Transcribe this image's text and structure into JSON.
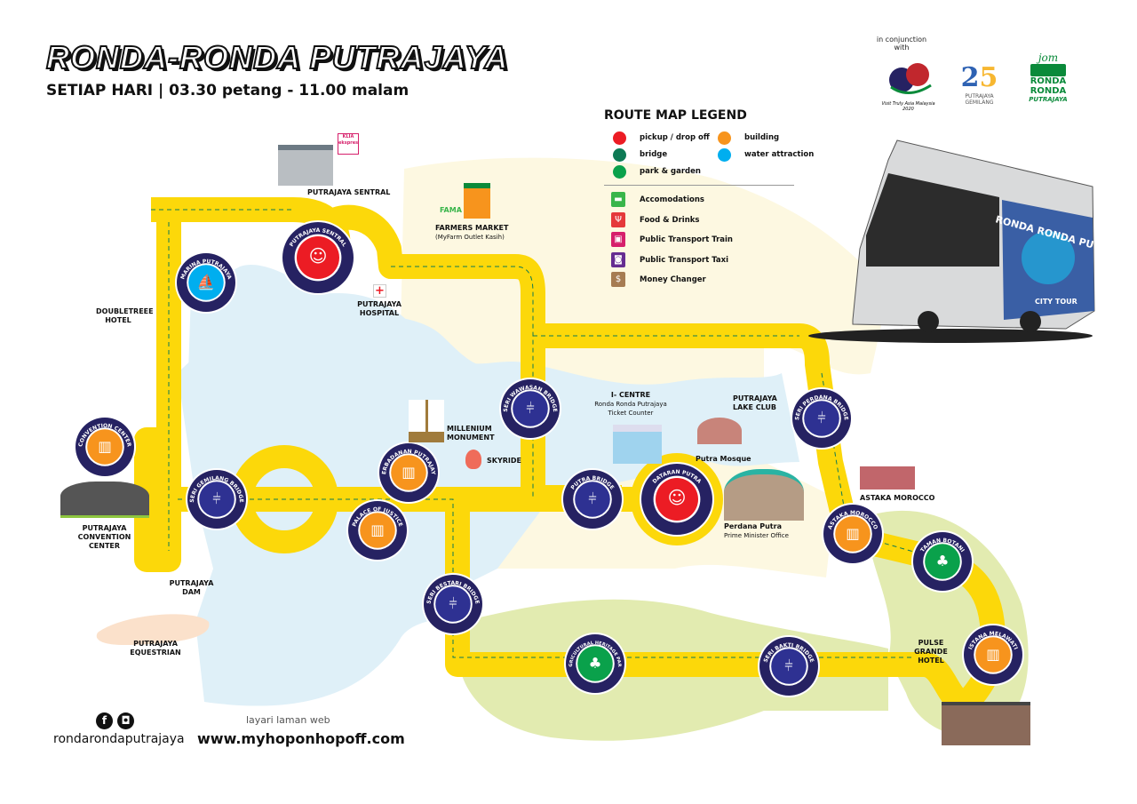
{
  "header": {
    "title": "RONDA-RONDA PUTRAJAYA",
    "subtitle": "SETIAP HARI  |  03.30 petang - 11.00 malam"
  },
  "partners": {
    "conjunction": "in conjunction with",
    "visit_malaysia": "Visit Truly Asia Malaysia 2020",
    "putrajaya_gemilang": "PUTRAJAYA GEMILANG",
    "jom": "jom",
    "ronda_logo": "RONDA RONDA",
    "ronda_logo_sub": "PUTRAJAYA"
  },
  "legend": {
    "title": "ROUTE MAP LEGEND",
    "categories": [
      {
        "label": "pickup / drop off",
        "color": "#ec1c24"
      },
      {
        "label": "bridge",
        "color": "#0e7a55"
      },
      {
        "label": "park & garden",
        "color": "#0aa14b"
      },
      {
        "label": "building",
        "color": "#f7941d"
      },
      {
        "label": "water attraction",
        "color": "#00aeef"
      }
    ],
    "facilities": [
      {
        "label": "Accomodations",
        "color": "#39b54a",
        "icon": "bed-icon"
      },
      {
        "label": "Food & Drinks",
        "color": "#e5393b",
        "icon": "fork-knife-icon"
      },
      {
        "label": "Public Transport Train",
        "color": "#d6206b",
        "icon": "train-icon"
      },
      {
        "label": "Public Transport Taxi",
        "color": "#662d91",
        "icon": "taxi-icon"
      },
      {
        "label": "Money Changer",
        "color": "#a67c52",
        "icon": "money-icon"
      }
    ]
  },
  "stops": [
    {
      "name": "PUTRAJAYA SENTRAL",
      "type": "pickup"
    },
    {
      "name": "MARINA PUTRAJAYA",
      "type": "water"
    },
    {
      "name": "CONVENTION CENTER",
      "type": "building"
    },
    {
      "name": "SERI GEMILANG BRIDGE",
      "type": "bridge"
    },
    {
      "name": "PERBADANAN PUTRAJAYA",
      "type": "building"
    },
    {
      "name": "PALACE OF JUSTICE",
      "type": "building"
    },
    {
      "name": "SERI WAWASAN BRIDGE",
      "type": "bridge"
    },
    {
      "name": "PUTRA BRIDGE",
      "type": "bridge"
    },
    {
      "name": "DATARAN PUTRA",
      "type": "pickup"
    },
    {
      "name": "SERI PERDANA BRIDGE",
      "type": "bridge"
    },
    {
      "name": "ASTAKA MOROCCO",
      "type": "building"
    },
    {
      "name": "TAMAN BOTANI",
      "type": "park"
    },
    {
      "name": "ISTANA MELAWATI",
      "type": "building"
    },
    {
      "name": "SERI BAKTI BRIDGE",
      "type": "bridge"
    },
    {
      "name": "AGRICULTURAL HERITAGE PARK",
      "type": "park"
    },
    {
      "name": "SERI BESTARI BRIDGE",
      "type": "bridge"
    }
  ],
  "landmarks": {
    "sentral": "PUTRAJAYA SENTRAL",
    "klia": "KLIA ekspres",
    "farmers_market": "FARMERS MARKET",
    "farmers_market_sub": "(MyFarm Outlet Kasih)",
    "fama": "FAMA",
    "hospital": "PUTRAJAYA HOSPITAL",
    "doubletree": "DOUBLETREEE HOTEL",
    "convention": "PUTRAJAYA CONVENTION CENTER",
    "dam": "PUTRAJAYA DAM",
    "equestrian": "PUTRAJAYA EQUESTRIAN",
    "millenium": "MILLENIUM MONUMENT",
    "skyride": "SKYRIDE",
    "icentre": "I- CENTRE",
    "icentre_sub": "Ronda Ronda Putrajaya Ticket Counter",
    "lake_club": "PUTRAJAYA LAKE CLUB",
    "mosque": "Putra Mosque",
    "perdana": "Perdana Putra",
    "perdana_sub": "Prime Minister Office",
    "astaka": "ASTAKA MOROCCO",
    "pulse": "PULSE GRANDE HOTEL",
    "bus_text": "RONDA RONDA PUTRAJAYA",
    "bus_city": "CITY TOUR"
  },
  "footer": {
    "facebook": "f",
    "instagram": "◘",
    "handle": "rondarondaputrajaya",
    "visit": "layari laman web",
    "url": "www.myhoponhopoff.com"
  },
  "colors": {
    "route": "#fcd80a",
    "arrow": "#0e7a55",
    "ring": "#262262",
    "water": "#dff0f8",
    "land": "#fdf8e1",
    "park": "#e2ebb0"
  }
}
